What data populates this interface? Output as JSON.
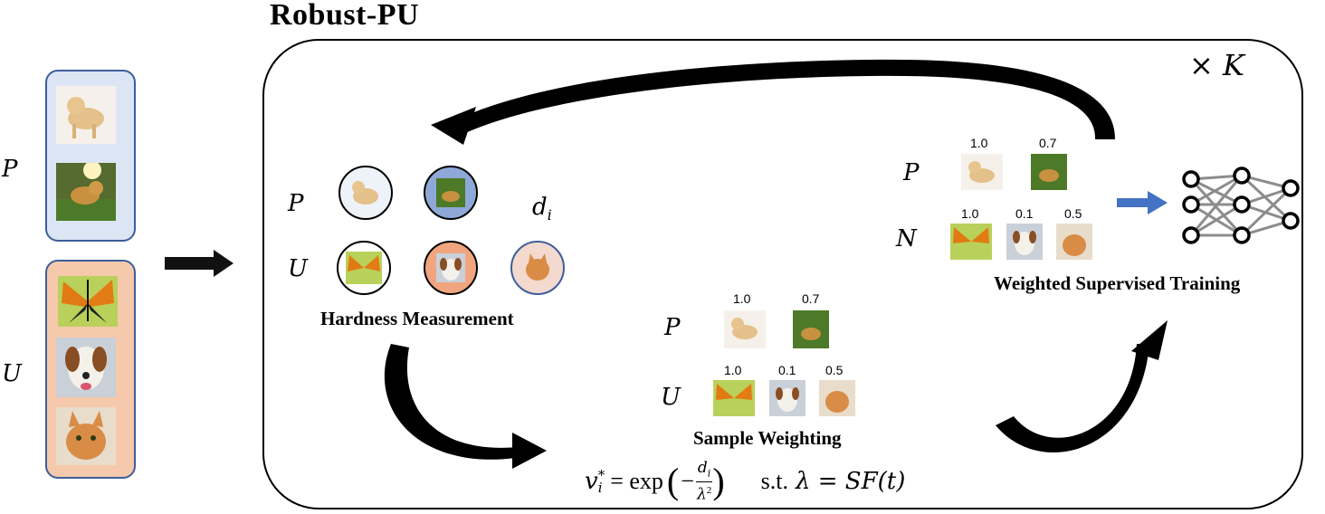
{
  "title": "Robust-PU",
  "repeat_label": "× K",
  "input": {
    "p_label": "P",
    "u_label": "U"
  },
  "hardness": {
    "p_label": "P",
    "u_label": "U",
    "d_label": "d",
    "d_sub": "i",
    "caption": "Hardness Measurement"
  },
  "weighting": {
    "p_label": "P",
    "u_label": "U",
    "p_weights": [
      "1.0",
      "0.7"
    ],
    "u_weights": [
      "1.0",
      "0.1",
      "0.5"
    ],
    "caption": "Sample Weighting",
    "formula_lhs": "v",
    "formula_sub": "i",
    "formula_sup": "*",
    "formula_eq": "= exp",
    "formula_num": "d",
    "formula_num_sub": "i",
    "formula_den": "λ",
    "formula_den_sup": "2",
    "constraint_st": "s.t.",
    "constraint_expr": "λ = SF(t)"
  },
  "training": {
    "p_label": "P",
    "n_label": "N",
    "p_weights": [
      "1.0",
      "0.7"
    ],
    "n_weights": [
      "1.0",
      "0.1",
      "0.5"
    ],
    "caption": "Weighted Supervised Training"
  },
  "colors": {
    "p_panel": "#dbe5f4",
    "u_panel": "#f6c9ac",
    "panel_border": "#3f5e9b",
    "hard_p": "#8ea9d8",
    "hard_u": "#f0a57e",
    "mid_u": "#f3d9ce",
    "blue_arrow": "#4472c4",
    "network_edge": "#8c8c8c"
  },
  "icons": [
    "puppy-image",
    "dog-in-grass-image",
    "butterfly-image",
    "dog-portrait-image",
    "cat-image",
    "neural-network-icon"
  ]
}
